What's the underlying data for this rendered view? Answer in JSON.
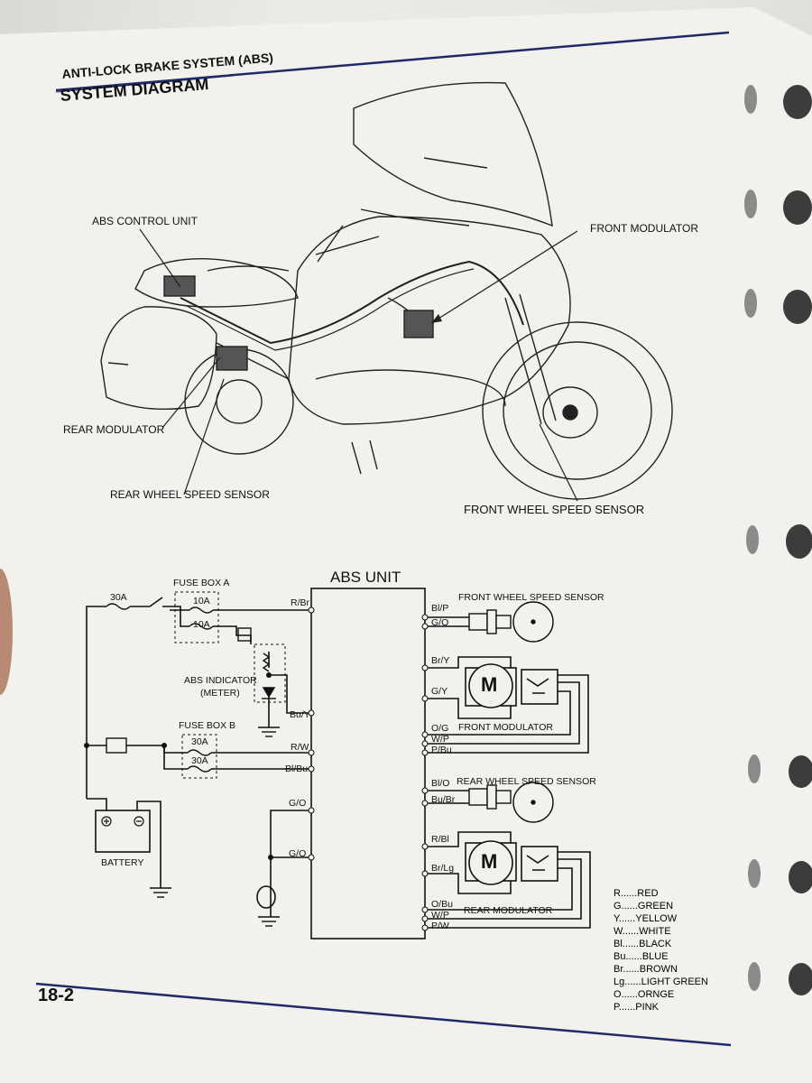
{
  "header": {
    "section_title": "ANTI-LOCK BRAKE SYSTEM (ABS)",
    "page_heading": "SYSTEM DIAGRAM"
  },
  "illustration": {
    "abs_control_unit": "ABS CONTROL UNIT",
    "front_modulator": "FRONT MODULATOR",
    "rear_modulator": "REAR MODULATOR",
    "rear_wheel_speed_sensor": "REAR WHEEL SPEED SENSOR",
    "front_wheel_speed_sensor": "FRONT WHEEL SPEED SENSOR"
  },
  "schematic": {
    "abs_unit": "ABS UNIT",
    "fuse_box_a": "FUSE BOX A",
    "fuse_box_b": "FUSE BOX B",
    "fuse_main": "30A",
    "fuse_a1": "10A",
    "fuse_a2": "10A",
    "fuse_b1": "30A",
    "fuse_b2": "30A",
    "abs_indicator": "ABS INDICATOR",
    "abs_indicator_sub": "(METER)",
    "battery": "BATTERY",
    "front_wheel_speed_sensor": "FRONT WHEEL SPEED SENSOR",
    "front_modulator": "FRONT MODULATOR",
    "rear_wheel_speed_sensor": "REAR WHEEL SPEED SENSOR",
    "rear_modulator": "REAR MODULATOR",
    "motor_symbol": "M",
    "wires_left": [
      "R/Br",
      "Bu/Y",
      "R/W",
      "Bl/Bu",
      "G/O",
      "G/O"
    ],
    "wires_right": [
      "Bl/P",
      "G/O",
      "Br/Y",
      "G/Y",
      "O/G",
      "W/P",
      "P/Bu",
      "Bl/O",
      "Bu/Br",
      "R/Bl",
      "Br/Lg",
      "O/Bu",
      "W/P",
      "P/W"
    ]
  },
  "legend": [
    {
      "code": "R",
      "name": "RED"
    },
    {
      "code": "G",
      "name": "GREEN"
    },
    {
      "code": "Y",
      "name": "YELLOW"
    },
    {
      "code": "W",
      "name": "WHITE"
    },
    {
      "code": "Bl",
      "name": "BLACK"
    },
    {
      "code": "Bu",
      "name": "BLUE"
    },
    {
      "code": "Br",
      "name": "BROWN"
    },
    {
      "code": "Lg",
      "name": "LIGHT GREEN"
    },
    {
      "code": "O",
      "name": "ORNGE"
    },
    {
      "code": "P",
      "name": "PINK"
    }
  ],
  "footer": {
    "page_number": "18-2"
  },
  "colors": {
    "rule_navy": "#1f2a66",
    "ink": "#111111"
  }
}
